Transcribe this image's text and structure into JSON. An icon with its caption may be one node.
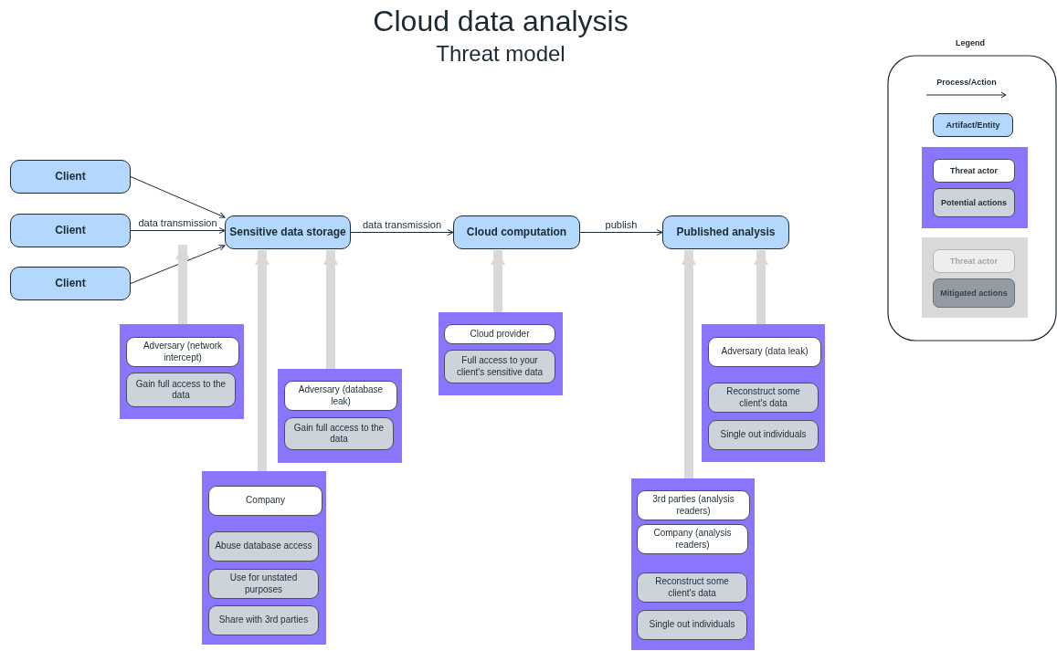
{
  "diagram": {
    "title": "Cloud data analysis",
    "nodes": [
      {
        "text": [
          "Client"
        ]
      },
      {
        "text": [
          "Client"
        ]
      },
      {
        "text": [
          "Client"
        ]
      },
      {
        "text": [
          "Sensitive data storage"
        ]
      },
      {
        "text": [
          "Cloud computation"
        ]
      },
      {
        "text": [
          "Published analysis"
        ]
      },
      {
        "text": [],
        "shape": "box"
      },
      {
        "text": [
          "Adversary (network intercept)"
        ],
        "in": 6
      },
      {
        "text": [
          "Gain full access to the data"
        ],
        "in": 6
      },
      {
        "text": [],
        "shape": "box"
      },
      {
        "text": [
          "Adversary (database leak)"
        ],
        "in": 9
      },
      {
        "text": [
          "Gain full access to the data"
        ],
        "in": 9
      },
      {
        "text": [],
        "shape": "box"
      },
      {
        "text": [
          "Company"
        ],
        "in": 12
      },
      {
        "text": [
          "Abuse database access"
        ],
        "in": 12
      },
      {
        "text": [
          "Use for unstated purposes"
        ],
        "in": 12
      },
      {
        "text": [
          "Share with 3rd parties"
        ],
        "in": 12
      },
      {
        "text": [],
        "shape": "box"
      },
      {
        "text": [
          "Cloud provider"
        ],
        "in": 17
      },
      {
        "text": [
          "Full access to your client's sensitive data"
        ],
        "in": 17
      },
      {
        "text": [],
        "shape": "box"
      },
      {
        "text": [
          "Adversary (data leak)"
        ],
        "in": 20
      },
      {
        "text": [
          "Reconstruct some client's data"
        ],
        "in": 20
      },
      {
        "text": [
          "Single out individuals"
        ],
        "in": 20
      },
      {
        "text": [],
        "shape": "box"
      },
      {
        "text": [
          "3rd parties (analysis readers)"
        ],
        "in": 24
      },
      {
        "text": [
          "Company (analysis readers)"
        ],
        "in": 24
      },
      {
        "text": [
          "Reconstruct some client's data"
        ],
        "in": 24
      },
      {
        "text": [
          "Single out individuals"
        ],
        "in": 24
      }
    ],
    "edges": [
      {
        "from": 0,
        "to": 3,
        "arrow": "to",
        "color": "#1c2b33"
      },
      {
        "from": 1,
        "to": 3,
        "arrow": "to",
        "label": "data transmission",
        "color": "#1c2b33"
      },
      {
        "from": 2,
        "to": 3,
        "arrow": "to",
        "color": "#1c2b33"
      },
      {
        "from": 3,
        "to": 4,
        "arrow": "to",
        "label": "data transmission",
        "color": "#1c2b33"
      },
      {
        "from": 4,
        "to": 5,
        "arrow": "to",
        "label": "publish",
        "color": "#1c2b33"
      },
      {
        "from": 6,
        "to": 3,
        "arrow": "to"
      },
      {
        "from": 12,
        "to": 3,
        "arrow": "to"
      },
      {
        "from": 9,
        "to": 3,
        "arrow": "to"
      },
      {
        "from": 17,
        "to": 4,
        "arrow": "to"
      },
      {
        "from": 24,
        "to": 5,
        "arrow": "to"
      },
      {
        "from": 20,
        "to": 5,
        "arrow": "to"
      }
    ],
    "labels": [
      "Threat model",
      "Legend"
    ],
    "legend": [
      {
        "text": "Process/Action"
      },
      {
        "text": "Artifact/Entity",
        "color": "#b3d7fd"
      },
      {
        "text": "Threat actor",
        "color": "#ffffff"
      },
      {
        "text": "Potential actions",
        "color": "#ccd3db"
      },
      {
        "text": "Threat actor",
        "color": "#eeeeee"
      },
      {
        "text": "Mitigated actions",
        "color": "#939ba4"
      }
    ]
  }
}
